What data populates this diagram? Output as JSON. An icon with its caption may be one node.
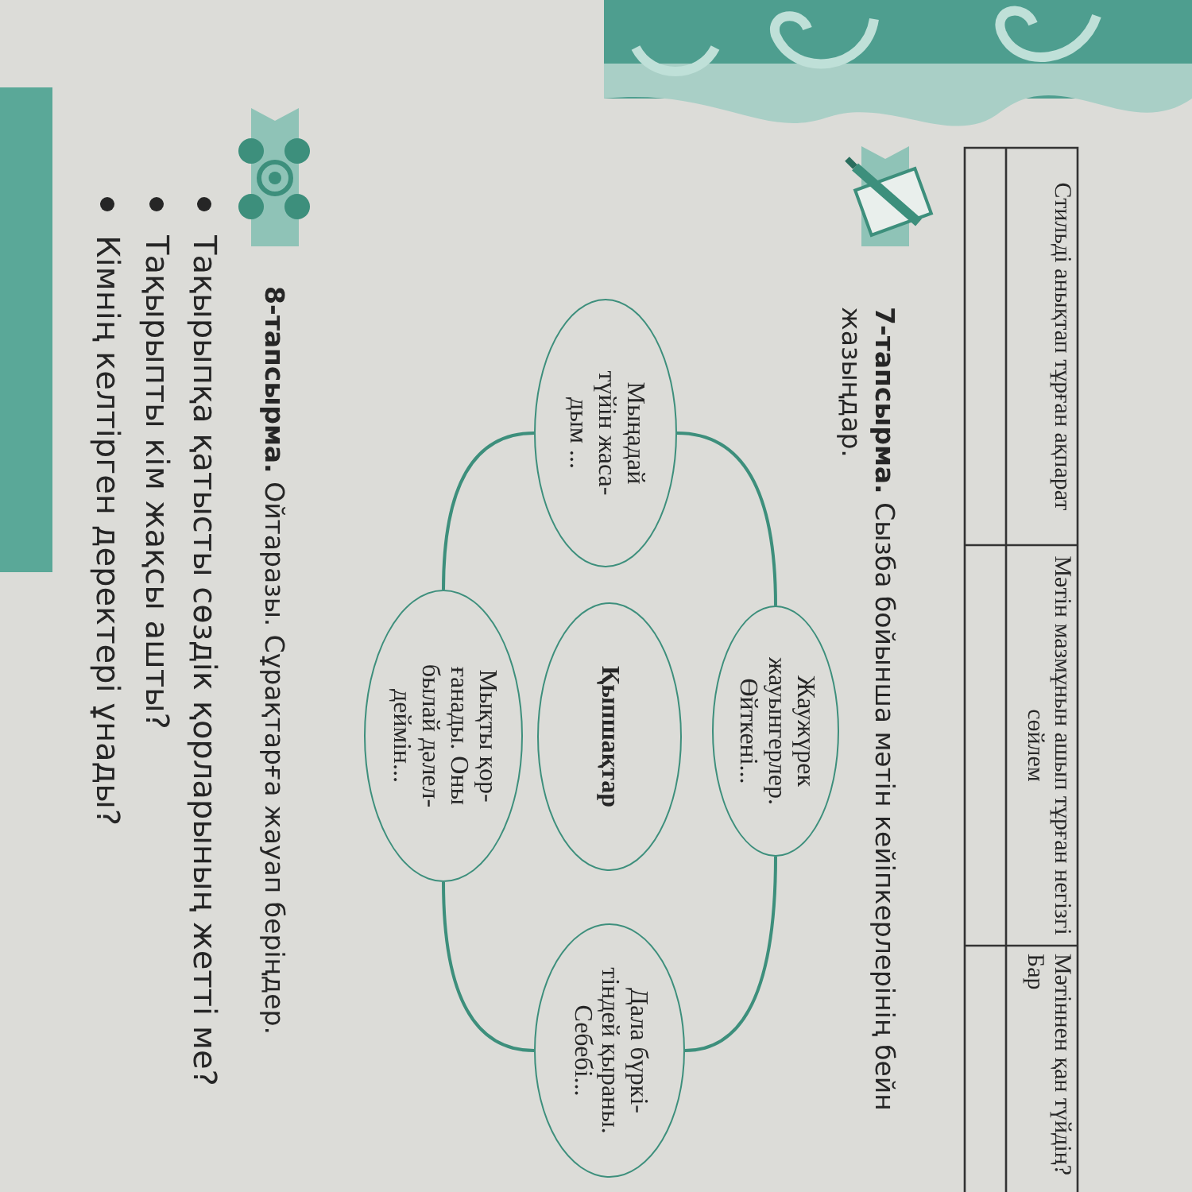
{
  "diagram": {
    "nodes": [
      {
        "text": [
          "Жаужүрек жауынгерлер. Өйткені..."
        ]
      },
      {
        "text": [
          "Мыңадай түйін жаса- дым ..."
        ]
      },
      {
        "text": [
          "Қыпшақтар"
        ]
      },
      {
        "text": [
          "Дала бүркі- тіндей қыраны. Себебі..."
        ]
      },
      {
        "text": [
          "Мықты қор- ғанады. Оны былай дәлел- деймін..."
        ]
      }
    ],
    "edges": [
      {
        "from": 1,
        "to": 0,
        "arrow": "none"
      },
      {
        "from": 0,
        "to": 3,
        "arrow": "none"
      },
      {
        "from": 3,
        "to": 4,
        "arrow": "none"
      },
      {
        "from": 4,
        "to": 1,
        "arrow": "none"
      }
    ],
    "labels": [
      "Стильді анықтап тұрған ақпарат",
      "Мәтін мазмұнын ашып тұрған негізгі сөйлем",
      "Мәтіннен қан түйдің? Бар",
      "**7-тапсырма.** Сызба бойынша мәтін кейіпкерлерінің бейн",
      "жазыңдар.",
      "**8-тапсырма.** Ойтаразы. Сұрақтарға жауап беріңдер.",
      "Тақырыпқа қатысты сөздік қорларының жетті ме?",
      "Тақырыпты кім жақсы ашты?",
      "Кімнің келтірген деректері ұнады?"
    ]
  }
}
